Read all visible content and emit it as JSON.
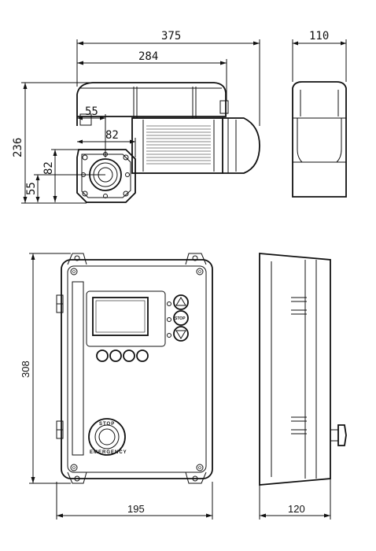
{
  "dimensions": {
    "motor_overall_length": "375",
    "motor_body_length": "284",
    "motor_side_width": "110",
    "motor_height": "236",
    "flange_offset": "55",
    "flange_width": "82",
    "flange_height": "82",
    "shaft_height": "55",
    "box_height": "308",
    "box_width": "195",
    "box_depth": "120"
  },
  "labels": {
    "stop_button": "STOP",
    "emergency_top": "STOP",
    "emergency_bottom": "EMERGENCY"
  }
}
